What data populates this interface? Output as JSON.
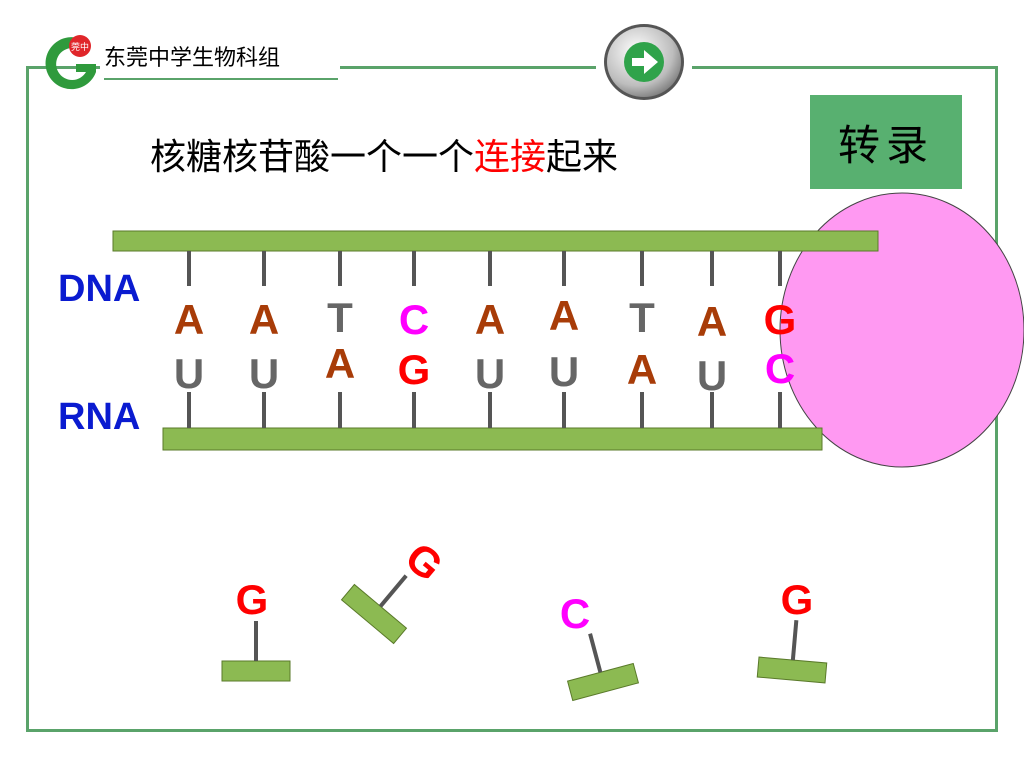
{
  "header": {
    "org_name": "东莞中学生物科组",
    "logo_badge": "莞中",
    "next_button_icon": "arrow-right-icon"
  },
  "title": {
    "part1": "核糖核苷酸一个一个",
    "highlight": "连接",
    "part2": "起来"
  },
  "badge": {
    "label": "转录"
  },
  "strands": {
    "dna_label": "DNA",
    "rna_label": "RNA"
  },
  "pairs": [
    {
      "dna": "A",
      "rna": "U"
    },
    {
      "dna": "A",
      "rna": "U"
    },
    {
      "dna": "T",
      "rna": "A"
    },
    {
      "dna": "C",
      "rna": "G"
    },
    {
      "dna": "A",
      "rna": "U"
    },
    {
      "dna": "A",
      "rna": "U"
    },
    {
      "dna": "T",
      "rna": "A"
    },
    {
      "dna": "A",
      "rna": "U"
    },
    {
      "dna": "G",
      "rna": "C"
    }
  ],
  "free_nucleotides": [
    "G",
    "G",
    "C",
    "G"
  ],
  "colors": {
    "A": "#a83c08",
    "U": "#666666",
    "T": "#666666",
    "C": "#ff00ff",
    "G": "#ff0000",
    "strand": "#8cba52",
    "enzyme": "#ff99f2",
    "frame": "#5aa36a",
    "label": "#0a1bd0",
    "badge": "#58b070"
  }
}
